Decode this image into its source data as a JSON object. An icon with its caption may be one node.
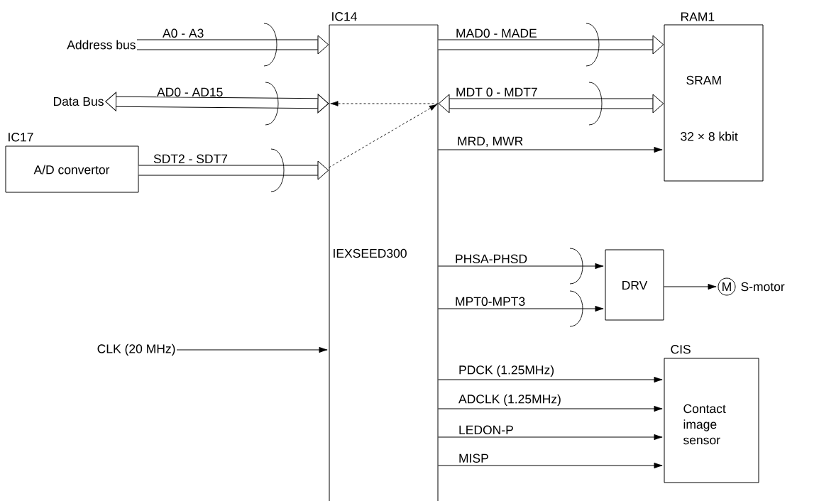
{
  "diagram": {
    "nodes": [
      {
        "text": [
          "IC14",
          "IEXSEED300"
        ]
      },
      {
        "text": [
          "Address bus"
        ]
      },
      {
        "text": [
          "Data Bus"
        ]
      },
      {
        "text": [
          "IC17",
          "A/D convertor"
        ]
      },
      {
        "text": [
          "RAM1",
          "SRAM",
          "32 × 8 kbit"
        ]
      },
      {
        "text": [
          "DRV"
        ]
      },
      {
        "text": [
          "M"
        ],
        "beside": [
          "S-motor"
        ]
      },
      {
        "text": [
          "CLK (20 MHz)"
        ]
      },
      {
        "text": [
          "CIS",
          "Contact image sensor"
        ]
      }
    ],
    "edges": [
      {
        "from": 1,
        "to": 0,
        "arrow": "to",
        "label": "A0 - A3",
        "style": "thick"
      },
      {
        "from": 0,
        "to": 2,
        "arrow": "both",
        "label": "AD0 - AD15",
        "style": "thick"
      },
      {
        "from": 3,
        "to": 0,
        "arrow": "to",
        "label": "SDT2 - SDT7",
        "style": "thick"
      },
      {
        "from": 0,
        "to": 4,
        "arrow": "to",
        "label": "MAD0 - MADE",
        "style": "thick"
      },
      {
        "from": 0,
        "to": 4,
        "arrow": "both",
        "label": "MDT 0 - MDT7",
        "style": "thick"
      },
      {
        "from": 0,
        "to": 4,
        "arrow": "to",
        "label": "MRD, MWR"
      },
      {
        "from": 0,
        "to": 5,
        "arrow": "to",
        "label": "PHSA-PHSD"
      },
      {
        "from": 0,
        "to": 5,
        "arrow": "to",
        "label": "MPT0-MPT3"
      },
      {
        "from": 5,
        "to": 6,
        "arrow": "to"
      },
      {
        "from": 7,
        "to": 0,
        "arrow": "to"
      },
      {
        "from": 0,
        "to": 8,
        "arrow": "to",
        "label": "PDCK (1.25MHz)"
      },
      {
        "from": 0,
        "to": 8,
        "arrow": "to",
        "label": "ADCLK (1.25MHz)"
      },
      {
        "from": 0,
        "to": 8,
        "arrow": "to",
        "label": "LEDON-P"
      },
      {
        "from": 0,
        "to": 8,
        "arrow": "to",
        "label": "MISP"
      }
    ]
  }
}
